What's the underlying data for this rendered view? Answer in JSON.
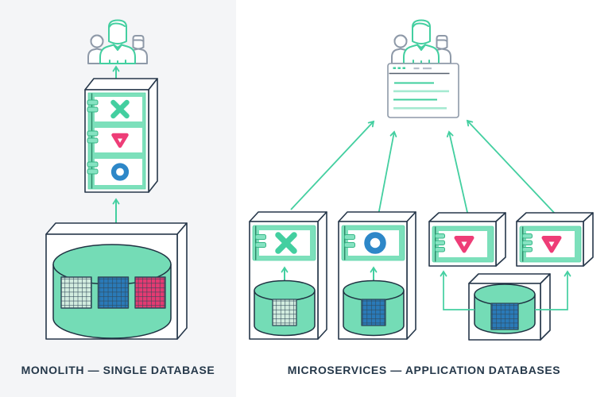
{
  "monolith": {
    "caption": "MONOLITH — SINGLE DATABASE",
    "users_icon": "three-users-icon",
    "app": {
      "services": [
        {
          "name": "service-x",
          "icon": "x-icon",
          "color": "#43cfa0"
        },
        {
          "name": "service-triangle",
          "icon": "triangle-down-icon",
          "color": "#ee3d77"
        },
        {
          "name": "service-ring",
          "icon": "ring-icon",
          "color": "#2d87c8"
        }
      ]
    },
    "database": {
      "kind": "single-shared-database",
      "tables": [
        {
          "name": "table-light",
          "color": "#d2ecdf"
        },
        {
          "name": "table-blue",
          "color": "#2a7ab8"
        },
        {
          "name": "table-pink",
          "color": "#e43a72"
        }
      ]
    }
  },
  "microservices": {
    "caption": "MICROSERVICES — APPLICATION DATABASES",
    "users_icon": "three-users-icon",
    "browser_icon": "browser-window-icon",
    "services": [
      {
        "name": "service-x",
        "icon": "x-icon",
        "color": "#43cfa0",
        "database": {
          "color": "#d2ecdf",
          "shared": false
        }
      },
      {
        "name": "service-ring",
        "icon": "ring-icon",
        "color": "#2d87c8",
        "database": {
          "color": "#2a7ab8",
          "shared": false
        }
      },
      {
        "name": "service-triangle-1",
        "icon": "triangle-down-icon",
        "color": "#ee3d77",
        "database": {
          "color": "#2a7ab8",
          "shared": true
        }
      },
      {
        "name": "service-triangle-2",
        "icon": "triangle-down-icon",
        "color": "#ee3d77",
        "database": {
          "color": "#2a7ab8",
          "shared": true
        }
      }
    ]
  },
  "colors": {
    "teal": "#43cfa0",
    "teal_frame": "#7ce0bb",
    "mint_fill": "#74dcb6",
    "pink": "#ee3d77",
    "blue": "#2d87c8",
    "outline_navy": "#26374a",
    "caption_text": "#25384a",
    "left_panel_bg": "#f4f5f7",
    "right_panel_bg": "#ffffff",
    "gray_line": "#8e99a8"
  }
}
